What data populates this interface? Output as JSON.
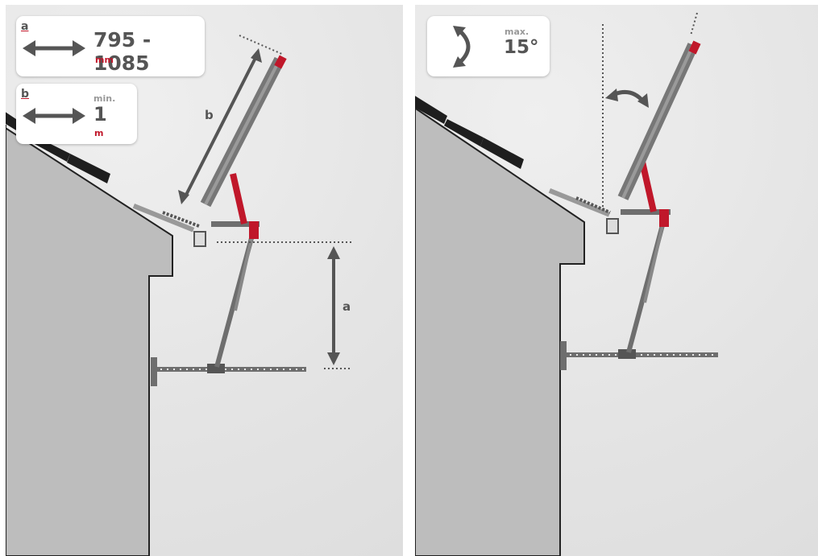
{
  "left_panel": {
    "card_a": {
      "letter": "a",
      "value": "795 - 1085",
      "unit": "mm"
    },
    "card_b": {
      "letter": "b",
      "prefix": "min.",
      "value": "1",
      "unit": "m"
    },
    "dimension_labels": {
      "a": "a",
      "b": "b"
    }
  },
  "right_panel": {
    "card_angle": {
      "prefix": "max.",
      "value": "15°"
    }
  },
  "colors": {
    "accent": "#c0172a",
    "metal": "#6e6e6e",
    "wall": "#bdbdbd",
    "background": "#e8e8e8"
  },
  "icons": [
    "double-arrow-horizontal-icon",
    "rotate-arrows-icon",
    "curved-double-arrow-icon"
  ]
}
